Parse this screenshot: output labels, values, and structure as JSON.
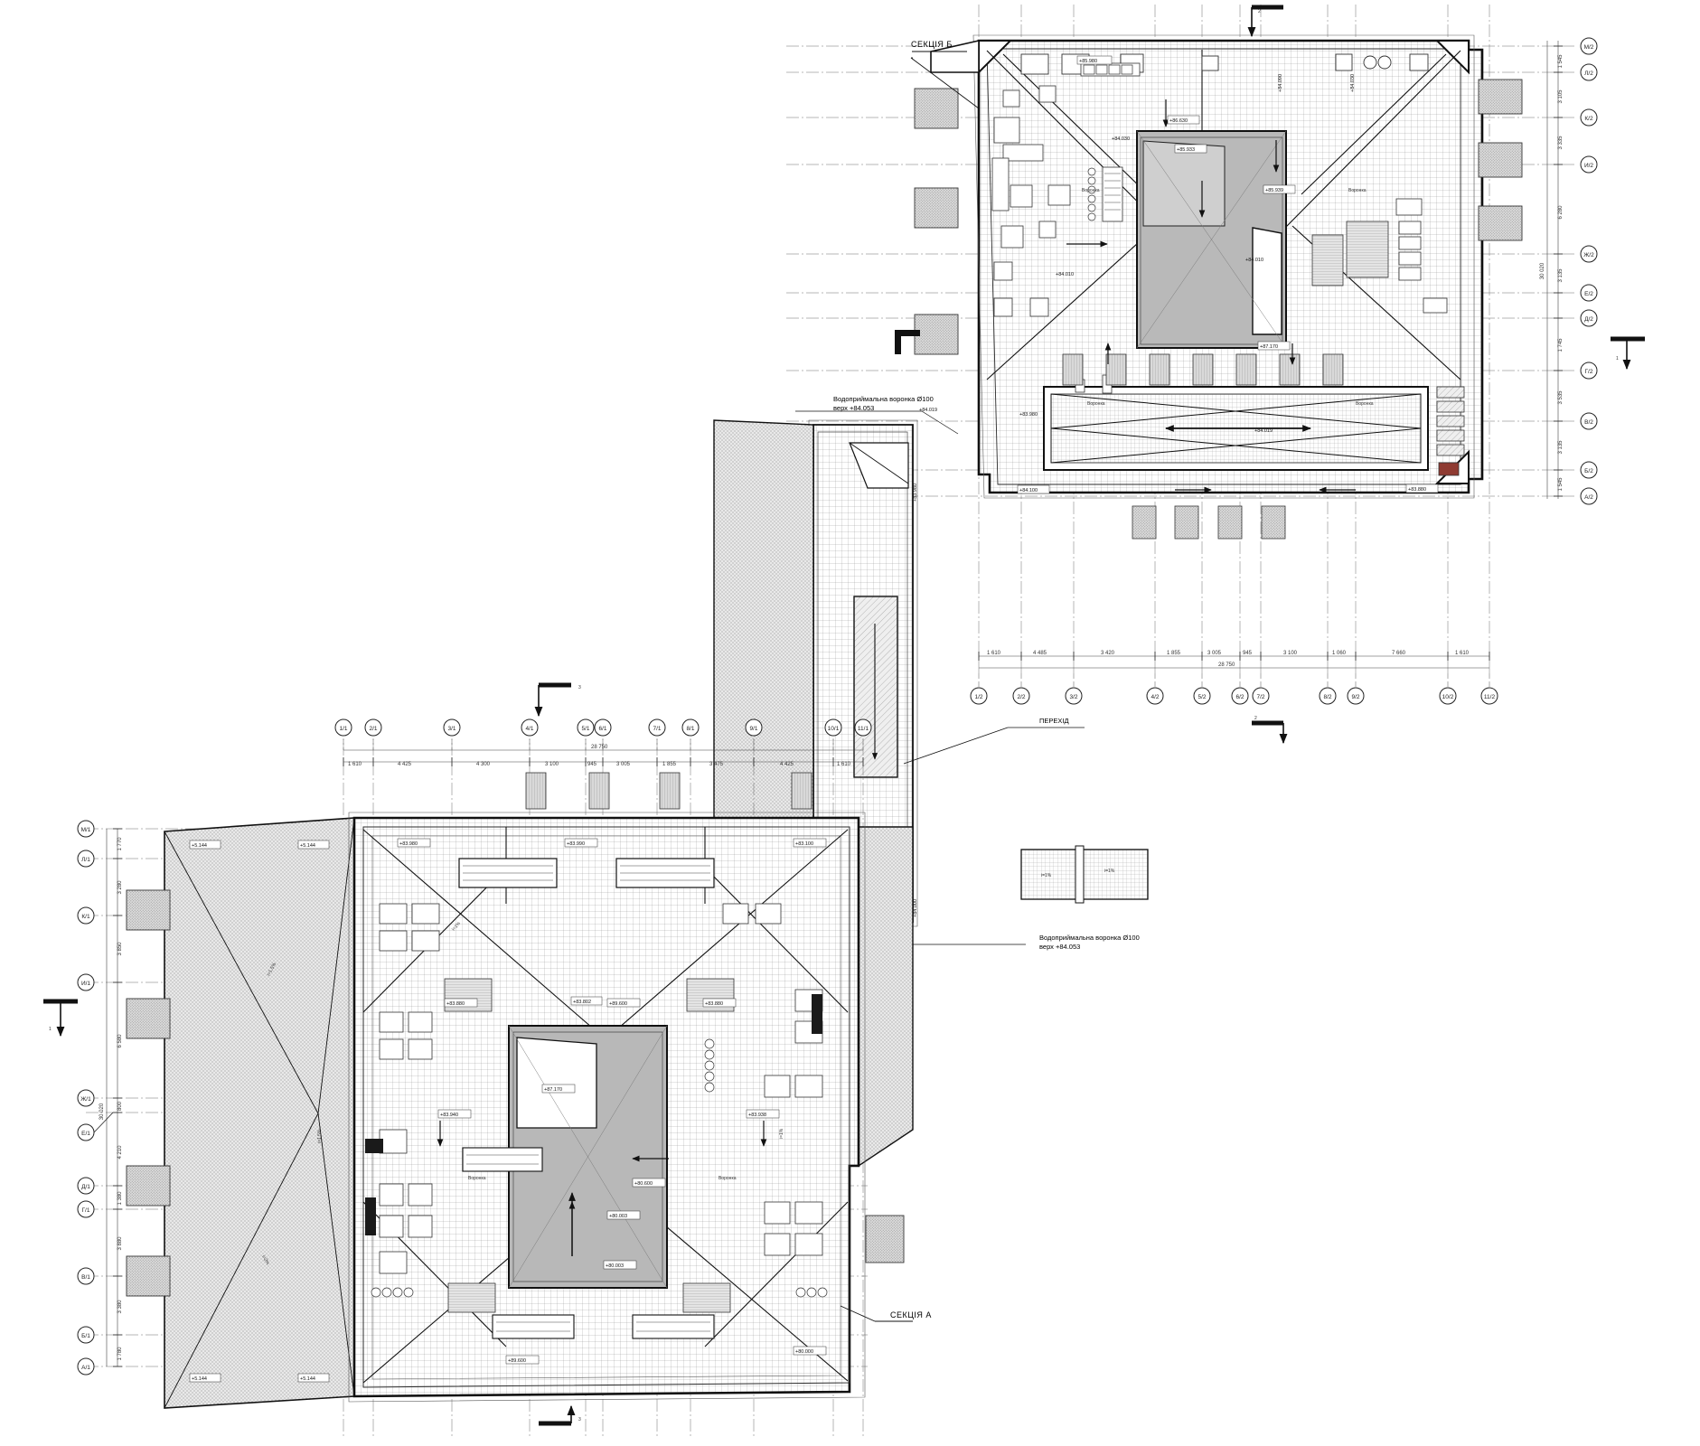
{
  "sheet": {
    "type": "architectural-roof-plan",
    "background": "#ffffff",
    "ink": "#1a1a1a"
  },
  "labels": {
    "section_b": "СЕКЦІЯ Б",
    "section_a": "СЕКЦІЯ А",
    "transition": "ПЕРЕХІД",
    "drain_note_line1": "Водоприймальна воронка  Ø100",
    "drain_note_line2": "верх +84.053",
    "drain_note2_line1": "Водоприймальна воронка  Ø100",
    "drain_note2_line2": "верх +84.053",
    "gutter": "Воронка",
    "section_mark_1": "1",
    "section_mark_2": "2",
    "section_mark_3": "3"
  },
  "upper_plan": {
    "name": "СЕКЦІЯ Б",
    "grid_bottom": [
      "1/2",
      "2/2",
      "3/2",
      "4/2",
      "5/2",
      "6/2",
      "7/2",
      "8/2",
      "9/2",
      "10/2",
      "11/2"
    ],
    "grid_right": [
      "М/2",
      "Л/2",
      "К/2",
      "И/2",
      "Ж/2",
      "Е/2",
      "Д/2",
      "Г/2",
      "В/2",
      "Б/2",
      "А/2"
    ],
    "dims_bottom": [
      "1 610",
      "4 485",
      "3 420",
      "1 855",
      "3 005",
      "945",
      "3 100",
      "1 060",
      "7 660",
      "1 610"
    ],
    "dims_bottom_total": "28 750",
    "dims_right": [
      "1 545",
      "3 105",
      "3 335",
      "6 280",
      "3 135",
      "1 745",
      "3 535",
      "3 135",
      "1 545"
    ],
    "dims_right_total": "30 020",
    "levels": [
      "+85.980",
      "+86.630",
      "+85.933",
      "+85.939",
      "+87.170",
      "+84.100",
      "+83.880",
      "+84.010",
      "+84.010",
      "+83.980",
      "+84.019",
      "+84.030",
      "+84.090",
      "+84.030"
    ]
  },
  "lower_plan": {
    "name": "СЕКЦІЯ А",
    "grid_top": [
      "1/1",
      "2/1",
      "3/1",
      "4/1",
      "5/1",
      "6/1",
      "7/1",
      "8/1",
      "9/1",
      "10/1",
      "11/1"
    ],
    "grid_left": [
      "М/1",
      "Л/1",
      "К/1",
      "И/1",
      "Ж/1",
      "Е/1",
      "Д/1",
      "Г/1",
      "В/1",
      "Б/1",
      "А/1"
    ],
    "dims_top": [
      "1 610",
      "4 425",
      "4 300",
      "3 100",
      "945",
      "3 005",
      "1 855",
      "3 475",
      "4 425",
      "1 610"
    ],
    "dims_top_total": "28 750",
    "dims_left": [
      "1 770",
      "3 280",
      "3 850",
      "6 580",
      "800",
      "4 210",
      "1 380",
      "3 880",
      "3 380",
      "1 780"
    ],
    "dims_left_total": "30 020",
    "levels": [
      "+5.144",
      "+5.144",
      "+83.980",
      "+83.990",
      "+83.100",
      "+83.880",
      "+89.600",
      "+83.802",
      "+89.600",
      "+83.880",
      "+87.170",
      "+80.600",
      "+80.000",
      "+83.940",
      "+83.938",
      "+80.003",
      "+80.003",
      "+5.144",
      "+5.144",
      "+84.000"
    ]
  },
  "slopes": [
    "i=1%",
    "i=1%",
    "i=1.5%",
    "i=1.5%",
    "i=2%"
  ],
  "fonts": {}
}
